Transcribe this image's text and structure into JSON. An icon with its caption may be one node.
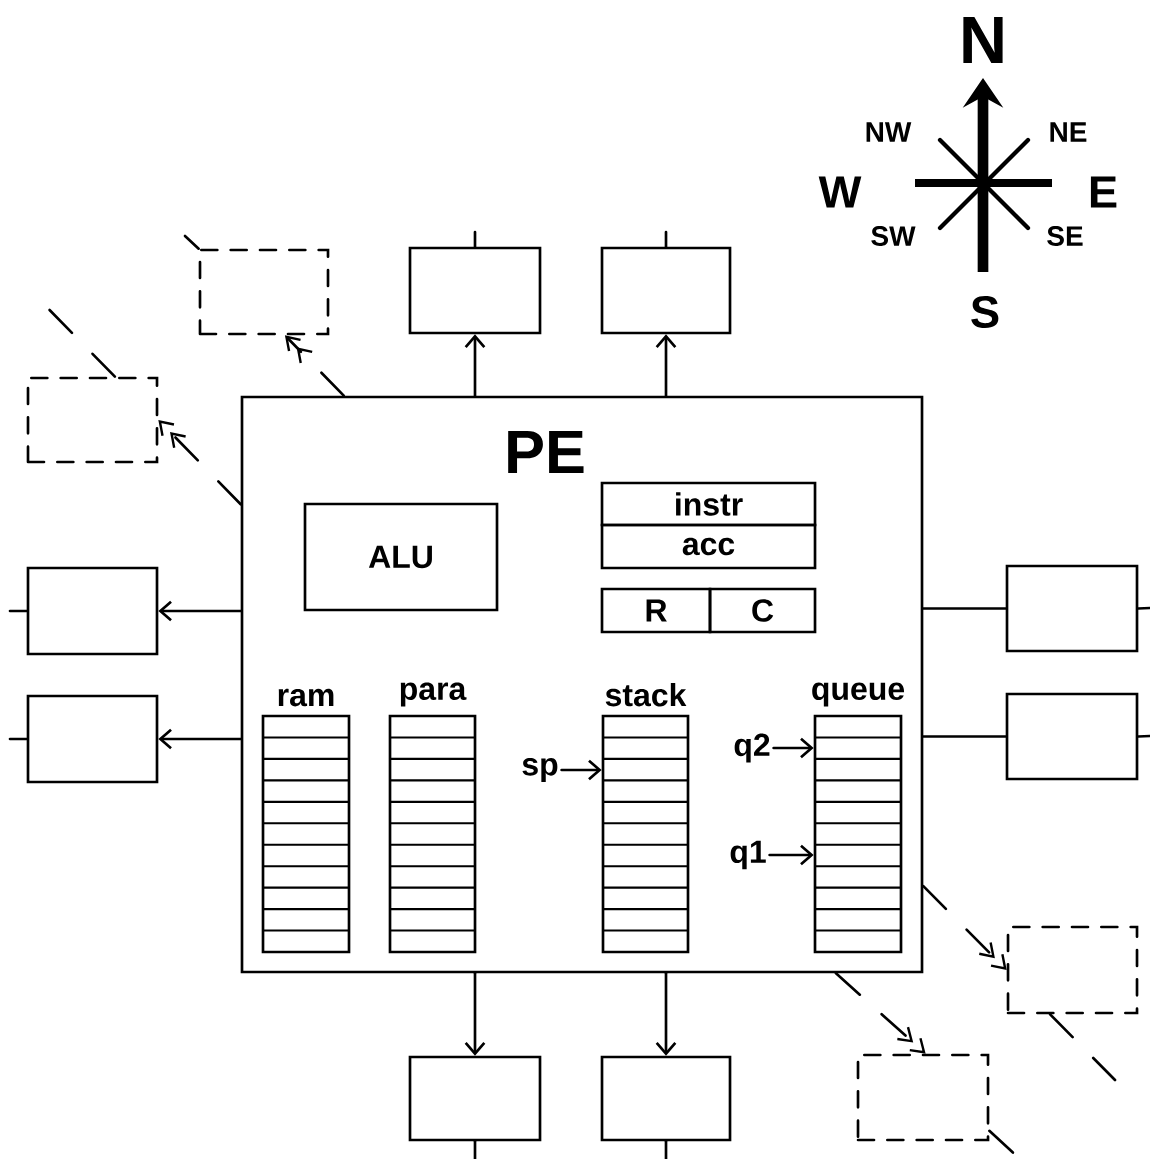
{
  "diagram": {
    "nodes": [
      {
        "text": [
          "PE"
        ]
      },
      {
        "text": [
          "ALU"
        ],
        "in": 0
      },
      {
        "text": [
          "instr"
        ],
        "in": 0
      },
      {
        "text": [
          "acc"
        ],
        "in": 0
      },
      {
        "text": [
          "R"
        ],
        "in": 0
      },
      {
        "text": [
          "C"
        ],
        "in": 0
      },
      {
        "text": [
          "ram"
        ],
        "in": 0
      },
      {
        "text": [
          "para"
        ],
        "in": 0
      },
      {
        "text": [
          "stack"
        ],
        "in": 0
      },
      {
        "text": [
          "queue"
        ],
        "in": 0
      },
      {
        "text": [
          "sp"
        ],
        "in": 0
      },
      {
        "text": [
          "q2"
        ],
        "in": 0
      },
      {
        "text": [
          "q1"
        ],
        "in": 0
      },
      {
        "text": [],
        "shape": "box"
      },
      {
        "text": [],
        "shape": "box"
      },
      {
        "text": [],
        "shape": "box"
      },
      {
        "text": [],
        "shape": "box"
      },
      {
        "text": [],
        "shape": "box"
      },
      {
        "text": [],
        "shape": "box"
      },
      {
        "text": [],
        "shape": "box"
      },
      {
        "text": [],
        "shape": "box"
      },
      {
        "text": [],
        "shape": "box"
      },
      {
        "text": [],
        "shape": "box"
      },
      {
        "text": [],
        "shape": "box"
      },
      {
        "text": [],
        "shape": "box"
      }
    ],
    "edges": [
      {
        "from": 0,
        "to": 14,
        "arrow": "to"
      },
      {
        "from": 0,
        "to": 15,
        "arrow": "to"
      },
      {
        "from": 0,
        "to": 17,
        "arrow": "to"
      },
      {
        "from": 0,
        "to": 18,
        "arrow": "to"
      },
      {
        "from": 0,
        "to": 19,
        "arrow": "none"
      },
      {
        "from": 0,
        "to": 20,
        "arrow": "none"
      },
      {
        "from": 0,
        "to": 22,
        "arrow": "to"
      },
      {
        "from": 0,
        "to": 23,
        "arrow": "to"
      },
      {
        "from": 0,
        "to": 13,
        "arrow": "to",
        "style": "dashed"
      },
      {
        "from": 0,
        "to": 16,
        "arrow": "to",
        "style": "dashed"
      },
      {
        "from": 0,
        "to": 21,
        "arrow": "to",
        "style": "dashed"
      },
      {
        "from": 0,
        "to": 24,
        "arrow": "to",
        "style": "dashed"
      },
      {
        "from": 10,
        "to": 8,
        "arrow": "to"
      },
      {
        "from": 11,
        "to": 9,
        "arrow": "to"
      },
      {
        "from": 12,
        "to": 9,
        "arrow": "to"
      },
      {
        "from": 14,
        "to": null,
        "arrow": "none"
      },
      {
        "from": 15,
        "to": null,
        "arrow": "none"
      },
      {
        "from": 17,
        "to": null,
        "arrow": "none"
      },
      {
        "from": 18,
        "to": null,
        "arrow": "none"
      },
      {
        "from": 19,
        "to": null,
        "arrow": "none"
      },
      {
        "from": 20,
        "to": null,
        "arrow": "none"
      },
      {
        "from": 22,
        "to": null,
        "arrow": "none"
      },
      {
        "from": 23,
        "to": null,
        "arrow": "none"
      },
      {
        "from": 13,
        "to": null,
        "arrow": "none",
        "style": "dashed"
      },
      {
        "from": 16,
        "to": null,
        "arrow": "none",
        "style": "dashed"
      },
      {
        "from": 21,
        "to": null,
        "arrow": "none",
        "style": "dashed"
      },
      {
        "from": 24,
        "to": null,
        "arrow": "none",
        "style": "dashed"
      }
    ],
    "labels": [
      "N",
      "NW",
      "NE",
      "W",
      "E",
      "SW",
      "SE",
      "S"
    ]
  }
}
